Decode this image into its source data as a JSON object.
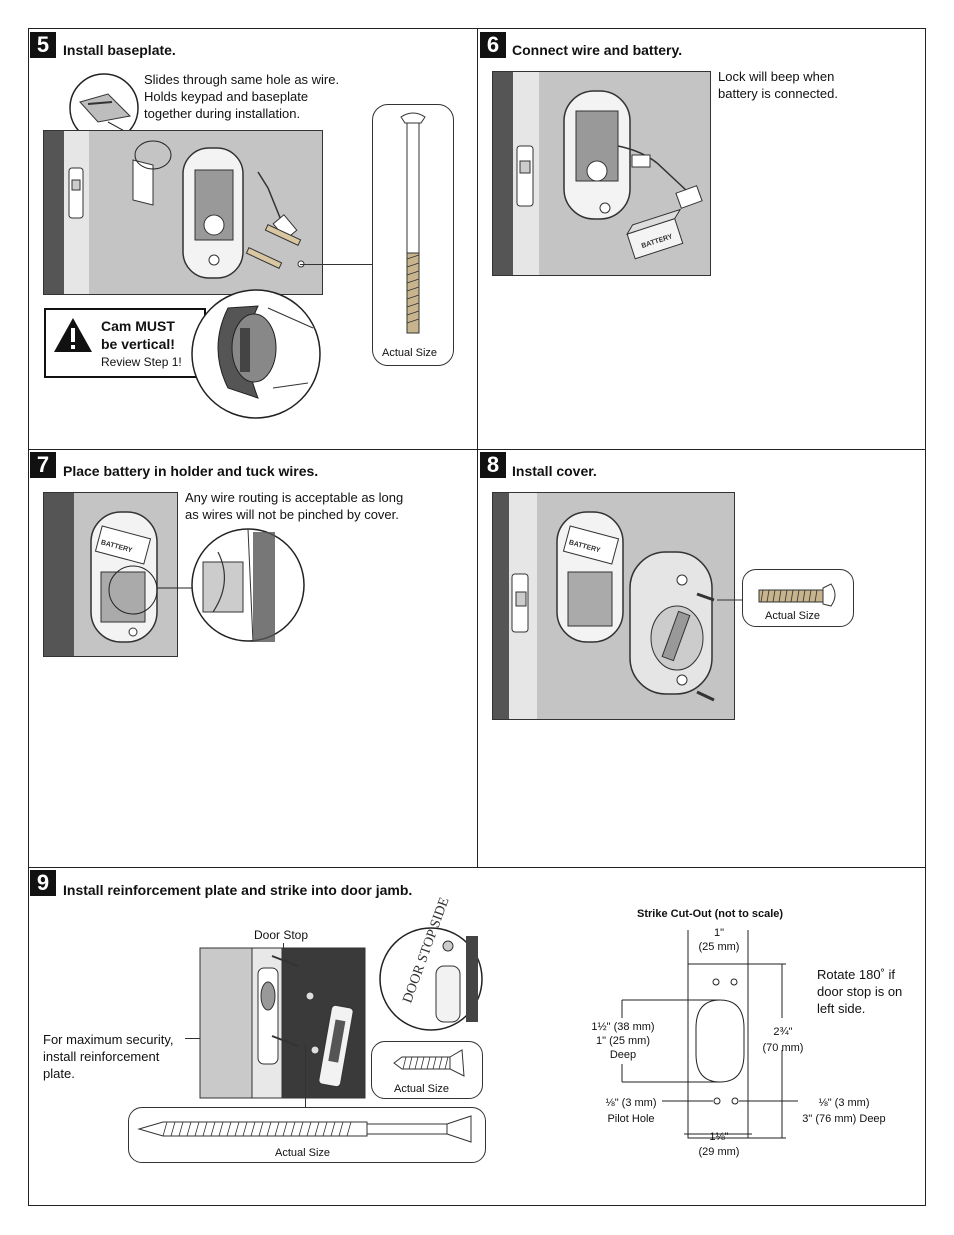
{
  "step5": {
    "number": "5",
    "title": "Install baseplate.",
    "note_lines": [
      "Slides through same hole as wire.",
      "Holds keypad and baseplate",
      "together during installation."
    ],
    "warning_line1": "Cam MUST",
    "warning_line2": "be vertical!",
    "warning_line3": "Review Step 1!",
    "actual_size": "Actual Size"
  },
  "step6": {
    "number": "6",
    "title": "Connect wire and battery.",
    "note_lines": [
      "Lock will beep when",
      "battery is connected."
    ],
    "battery_label": "BATTERY"
  },
  "step7": {
    "number": "7",
    "title": "Place battery in holder and tuck wires.",
    "note_lines": [
      "Any wire routing is acceptable as long",
      "as wires will not be pinched by cover."
    ],
    "battery_label": "BATTERY"
  },
  "step8": {
    "number": "8",
    "title": "Install cover.",
    "actual_size": "Actual Size",
    "battery_label": "BATTERY"
  },
  "step9": {
    "number": "9",
    "title": "Install reinforcement plate and strike into door jamb.",
    "door_stop": "Door Stop",
    "security_lines": [
      "For maximum security,",
      "install reinforcement",
      "plate."
    ],
    "actual_size_small": "Actual Size",
    "actual_size_long": "Actual Size",
    "door_stop_side": "DOOR STOP SIDE",
    "cutout": {
      "title": "Strike Cut-Out (not to scale)",
      "width_top": "1\"",
      "width_top_mm": "(25 mm)",
      "depth_in": "1½\" (38 mm)",
      "depth_deep_1": "1\" (25 mm)",
      "depth_deep_2": "Deep",
      "height_in": "2¾\"",
      "height_mm": "(70 mm)",
      "rotate_lines": [
        "Rotate 180˚ if",
        "door stop is on",
        "left side."
      ],
      "pilot_left_1": "⅛\" (3 mm)",
      "pilot_left_2": "Pilot Hole",
      "pilot_right_1": "⅛\" (3 mm)",
      "pilot_right_2": "3\" (76 mm) Deep",
      "width_bottom": "1⅛\"",
      "width_bottom_mm": "(29 mm)"
    }
  }
}
